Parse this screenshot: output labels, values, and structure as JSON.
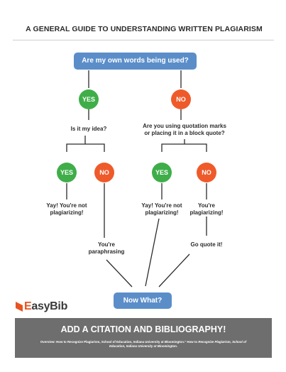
{
  "title": "A GENERAL GUIDE TO UNDERSTANDING WRITTEN PLAGIARISM",
  "question_top": "Are my own words being used?",
  "yes_label": "YES",
  "no_label": "NO",
  "question_idea": "Is it my idea?",
  "question_quote_line1": "Are you using quotation marks",
  "question_quote_line2": "or placing it in a block quote?",
  "not_plag_line1": "Yay! You're not",
  "not_plag_line2": "plagiarizing!",
  "paraphrasing_line1": "You're",
  "paraphrasing_line2": "paraphrasing",
  "you_are_plag_line1": "You're",
  "you_are_plag_line2": "plagiarizing!",
  "go_quote": "Go quote it!",
  "now_what": "Now What?",
  "logo": {
    "part1": "E",
    "part2": "asyBib"
  },
  "banner": {
    "heading": "ADD A CITATION AND BIBLIOGRAPHY!",
    "note_start": "Overview: How to Recognize Plagiarism, School of Education, Indiana University at Bloomington.\" How to",
    "note_end": "Recognize Plagiarism, School of Education, Indiana University at Bloomington."
  },
  "colors": {
    "question_box": "#5b8ec9",
    "yes": "#3fae49",
    "no": "#ef5a2a",
    "banner": "#6e6e6e",
    "logo_accent": "#e8531f"
  }
}
